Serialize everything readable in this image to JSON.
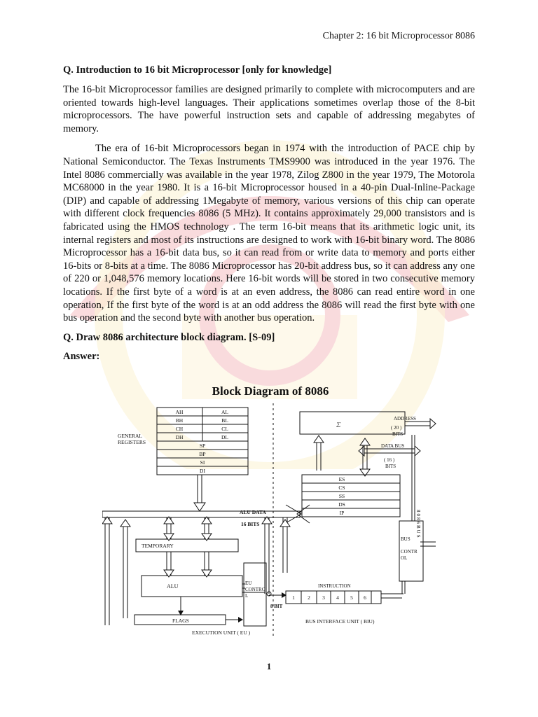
{
  "header": {
    "chapter": "Chapter 2: 16 bit Microprocessor 8086"
  },
  "section1": {
    "question": "Q. Introduction to 16 bit Microprocessor [only for knowledge]",
    "para1": "The 16-bit Microprocessor families are designed primarily to complete with microcomputers and are oriented towards high-level languages. Their applications sometimes overlap those of the 8-bit microprocessors. The have powerful instruction sets and capable of addressing megabytes of memory.",
    "para2": "The era of 16-bit Microprocessors began in 1974 with the introduction of PACE chip by National Semiconductor. The Texas Instruments TMS9900 was introduced in the year 1976. The Intel 8086 commercially was available in the year 1978, Zilog Z800 in the year 1979, The Motorola MC68000 in the year 1980. It is a 16-bit Microprocessor housed in a 40-pin Dual-Inline-Package (DIP) and capable of addressing 1Megabyte of memory, various versions of this chip can operate with different clock frequencies 8086 (5 MHz). It contains approximately 29,000 transistors and is fabricated using the HMOS technology . The term 16-bit means that its arithmetic logic unit, its internal registers and most of its instructions are designed to work with 16-bit binary word. The 8086 Microprocessor has a 16-bit data bus, so it can read from or write data to memory and ports either 16-bits or 8-bits at a time. The 8086 Microprocessor has 20-bit address bus, so it can address any one of 220 or 1,048,576 memory locations. Here 16-bit words will be stored in two consecutive memory locations. If the first byte of a word is at an even address, the 8086 can read entire word in one operation, If the first byte of the word is at an odd address the 8086 will read the first byte with one bus operation and the second byte with another bus operation."
  },
  "section2": {
    "question": "Q.  Draw 8086 architecture block diagram. [S-09]",
    "answer_label": "Answer:"
  },
  "diagram": {
    "title": "Block Diagram of 8086",
    "general_registers_label": [
      "GENERAL",
      "REGISTERS"
    ],
    "reg_pairs": [
      [
        "AH",
        "AL"
      ],
      [
        "BH",
        "BL"
      ],
      [
        "CH",
        "CL"
      ],
      [
        "DH",
        "DL"
      ]
    ],
    "reg_singles": [
      "SP",
      "BP",
      "SI",
      "DI"
    ],
    "sigma": "Σ",
    "address_label": "ADDRESS",
    "address_bits": [
      "( 20 )",
      "BITS"
    ],
    "data_bus_label": "DATA BUS",
    "data_bus_bits": [
      "( 16 )",
      "BITS"
    ],
    "segment_regs": [
      "ES",
      "CS",
      "SS",
      "DS",
      "IP"
    ],
    "alu_data_label": "ALU DATA",
    "alu_bits_label": "16 BITS",
    "temporary_label": "TEMPORARY",
    "alu_label": "ALU",
    "flags_label": "FLAGS",
    "eu_control_label": [
      "EU",
      "CONTRO",
      "L"
    ],
    "bus_control_label": [
      "BUS",
      "CONTR",
      "OL"
    ],
    "bus_8086_vertical": "8086BUS",
    "instruction_label": "INSTRUCTION",
    "queue_cells": [
      "1",
      "2",
      "3",
      "4",
      "5",
      "6"
    ],
    "eight_bit_label": "8 BIT",
    "eu_caption": "EXECUTION UNIT ( EU )",
    "biu_caption": "BUS INTERFACE UNIT   ( BIU)"
  },
  "footer": {
    "page_number": "1"
  },
  "colors": {
    "watermark": "#e23b4a",
    "watermark_yellow": "#f7ec8a"
  }
}
